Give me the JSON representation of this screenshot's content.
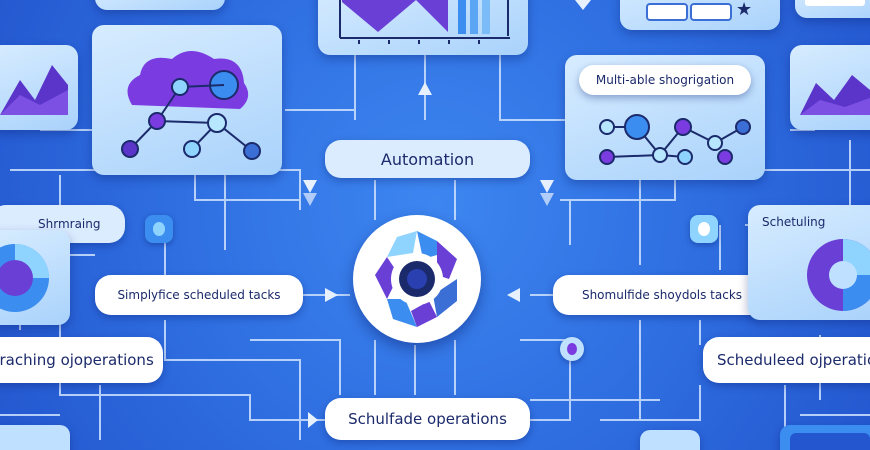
{
  "labels": {
    "automation": "Automation",
    "multi_able": "Multi-able shogrigation",
    "shrmraing": "Shrmraing",
    "scheduling": "Schetuling",
    "simplyfice": "Simplyfice scheduled tacks",
    "shomulfide": "Shomulfide shoydols tacks",
    "fraching": "fraching ojoperations",
    "scheduleed": "Scheduleed ojperatic",
    "schulfade": "Schulfade operations"
  },
  "colors": {
    "background": "#2f6fe0",
    "card": "#cfe6ff",
    "accent_purple": "#6a3fd6",
    "accent_blue": "#3b8ef0",
    "line": "#cfe3ff"
  },
  "icons": [
    "cloud-network-icon",
    "gear-icon",
    "network-graph-icon",
    "lock-icon",
    "chart-icon"
  ]
}
